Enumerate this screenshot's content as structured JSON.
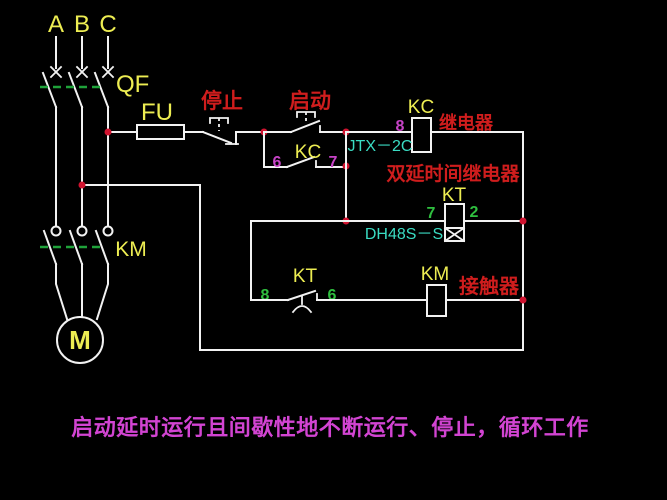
{
  "colors": {
    "background": "#000000",
    "wire": "#f2f2f2",
    "label_yellow": "#eded52",
    "label_red": "#cf1d1d",
    "label_cyan": "#3adcc3",
    "label_magenta": "#c743c7",
    "label_green": "#2fbf3f",
    "junction_dot": "#d0132f",
    "mechanical_link_green": "#1fa23a",
    "caption_magenta": "#d244d2"
  },
  "phases": {
    "a": "A",
    "b": "B",
    "c": "C"
  },
  "breaker": {
    "label": "QF"
  },
  "fuse": {
    "label": "FU"
  },
  "buttons": {
    "stop": "停止",
    "start": "启动"
  },
  "kc": {
    "contact_label": "KC",
    "contact_t_left": "6",
    "contact_t_right": "7",
    "coil_label": "KC",
    "coil_t_left": "8",
    "name": "继电器",
    "model": "JTX－2C"
  },
  "timer": {
    "title": "双延时间继电器",
    "coil_label": "KT",
    "coil_t_left": "7",
    "coil_t_right": "2",
    "model": "DH48S－S",
    "contact_label": "KT",
    "contact_t_left": "8",
    "contact_t_right": "6"
  },
  "km": {
    "coil_label": "KM",
    "name": "接触器",
    "main_label": "KM"
  },
  "motor": {
    "label": "M"
  },
  "caption": "启动延时运行且间歇性地不断运行、停止，循环工作"
}
